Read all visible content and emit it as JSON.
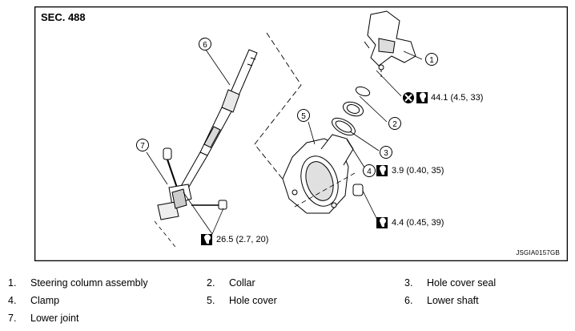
{
  "section": "SEC. 488",
  "drawing_code": "JSGIA0157GB",
  "callouts": [
    "1",
    "2",
    "3",
    "4",
    "5",
    "6",
    "7"
  ],
  "torques": {
    "t1": "44.1 (4.5, 33)",
    "t2": "3.9 (0.40, 35)",
    "t3": "4.4 (0.45, 39)",
    "t4": "26.5 (2.7, 20)"
  },
  "legend": [
    {
      "num": "1.",
      "label": "Steering column assembly"
    },
    {
      "num": "2.",
      "label": "Collar"
    },
    {
      "num": "3.",
      "label": "Hole cover seal"
    },
    {
      "num": "4.",
      "label": "Clamp"
    },
    {
      "num": "5.",
      "label": "Hole cover"
    },
    {
      "num": "6.",
      "label": "Lower shaft"
    },
    {
      "num": "7.",
      "label": "Lower joint"
    }
  ],
  "icons": [
    "torque-wrench-icon",
    "do-not-reuse-icon"
  ]
}
